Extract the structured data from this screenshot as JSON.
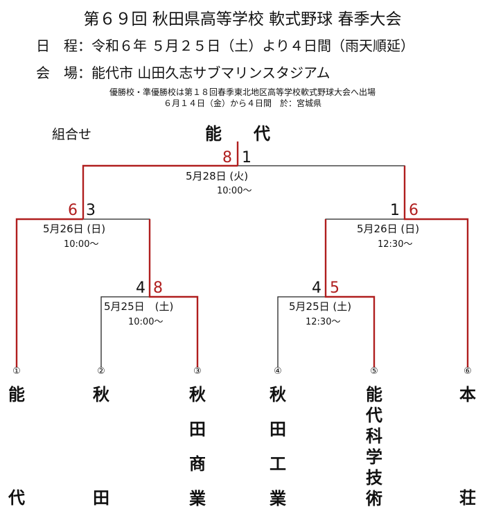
{
  "header": {
    "title": "第６９回 秋田県高等学校 軟式野球 春季大会",
    "schedule_label": "日　程：",
    "schedule_value": "令和６年 ５月２５日（土）より４日間（雨天順延）",
    "venue_label": "会　場：",
    "venue_value": "能代市 山田久志サブマリンスタジアム",
    "note_line1": "優勝校・準優勝校は第１８回春季東北地区高等学校軟式野球大会へ出場",
    "note_line2": "６月１４日（金）から４日間　於：宮城県"
  },
  "bracket": {
    "label": "組合せ",
    "champion": [
      "能",
      "代"
    ],
    "final": {
      "score_left": "8",
      "score_right": "1",
      "date": "5月28日 (火)",
      "time": "10:00～"
    },
    "semi_left": {
      "score_left": "6",
      "score_right": "3",
      "date": "5月26日 (日)",
      "time": "10:00～"
    },
    "semi_right": {
      "score_left": "1",
      "score_right": "6",
      "date": "5月26日 (日)",
      "time": "12:30～"
    },
    "q_left": {
      "score_left": "4",
      "score_right": "8",
      "date": "5月25日　(土)",
      "time": "10:00～"
    },
    "q_right": {
      "score_left": "4",
      "score_right": "5",
      "date": "5月25日 (土)",
      "time": "12:30～"
    },
    "teams": [
      {
        "num": "①",
        "top": "能",
        "bottom": "代"
      },
      {
        "num": "②",
        "top": "秋",
        "bottom": "田"
      },
      {
        "num": "③",
        "name": [
          "秋",
          "田",
          "商",
          "業"
        ]
      },
      {
        "num": "④",
        "name": [
          "秋",
          "田",
          "工",
          "業"
        ]
      },
      {
        "num": "⑤",
        "name": [
          "能",
          "代",
          "科",
          "学",
          "技",
          "術"
        ]
      },
      {
        "num": "⑥",
        "top": "本",
        "bottom": "荘"
      }
    ],
    "colors": {
      "winner_line": "#b01e1e",
      "loser_line": "#222222"
    }
  }
}
